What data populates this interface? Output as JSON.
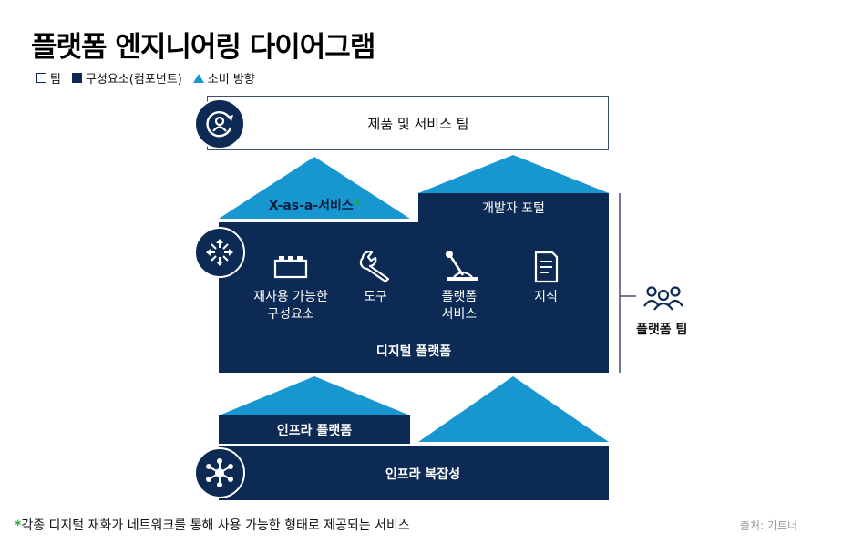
{
  "title": "플랫폼 엔지니어링 다이어그램",
  "legend": {
    "team": "팀",
    "component": "구성요소(컴포넌트)",
    "consumption": "소비 방향"
  },
  "boxes": {
    "product_team": "제품 및 서비스 팀",
    "xaas": "X-as-a-서비스",
    "xaas_star": "*",
    "dev_portal": "개발자 포털",
    "digital_platform": "디지털 플랫폼",
    "infra_platform": "인프라 플랫폼",
    "infra_complexity": "인프라 복잡성",
    "platform_team": "플랫폼 팀"
  },
  "components": [
    {
      "line1": "재사용 가능한",
      "line2": "구성요소",
      "icon": "building-block-icon"
    },
    {
      "line1": "도구",
      "line2": "",
      "icon": "wrench-icon"
    },
    {
      "line1": "플랫폼",
      "line2": "서비스",
      "icon": "joystick-icon"
    },
    {
      "line1": "지식",
      "line2": "",
      "icon": "document-icon"
    }
  ],
  "footnote": {
    "star": "*",
    "text": "각종 디지털 재화가 네트워크를 통해 사용 가능한 형태로 제공되는 서비스"
  },
  "source": "출처: 가트너",
  "colors": {
    "navy": "#0d2a54",
    "blue": "#1796d0",
    "green": "#22a944"
  }
}
